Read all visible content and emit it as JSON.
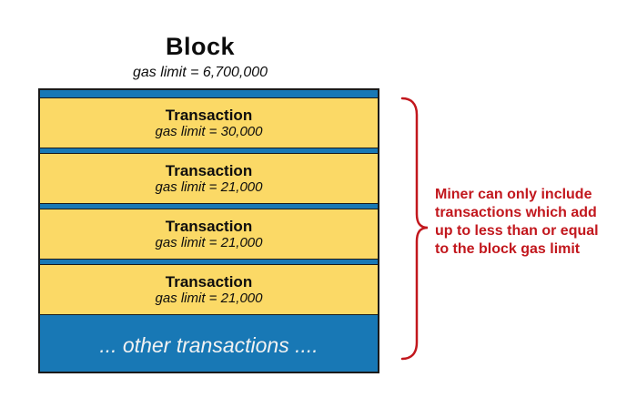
{
  "title": {
    "label": "Block",
    "sublabel": "gas limit = 6,700,000"
  },
  "block": {
    "transactions": [
      {
        "label": "Transaction",
        "gas": "gas limit = 30,000"
      },
      {
        "label": "Transaction",
        "gas": "gas limit = 21,000"
      },
      {
        "label": "Transaction",
        "gas": "gas limit = 21,000"
      },
      {
        "label": "Transaction",
        "gas": "gas limit = 21,000"
      }
    ],
    "other_label": "... other transactions ...."
  },
  "annotation": {
    "lines": [
      "Miner can only include",
      "transactions which add",
      "up to less than or equal",
      "to the block gas limit"
    ]
  },
  "colors": {
    "block_blue": "#1878B5",
    "transaction_yellow": "#FBD966",
    "annotation_red": "#C2171D",
    "border_black": "#1a1a1a"
  }
}
